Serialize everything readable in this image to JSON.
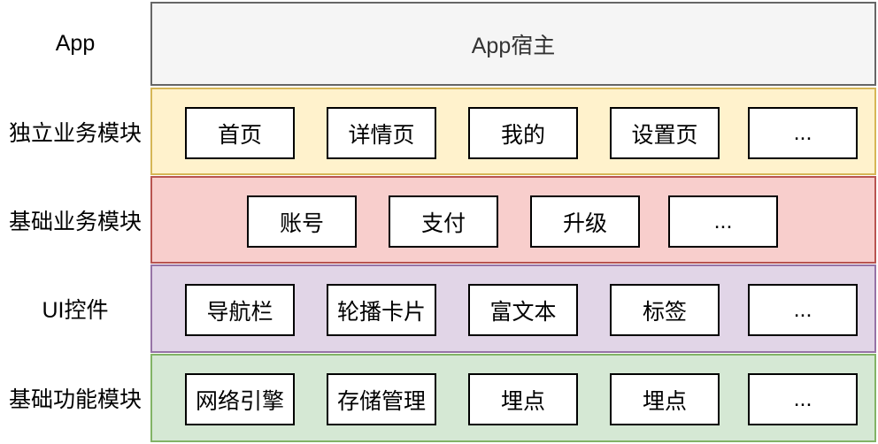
{
  "layers": [
    {
      "label": "App",
      "items": [
        "App宿主"
      ]
    },
    {
      "label": "独立业务模块",
      "items": [
        "首页",
        "详情页",
        "我的",
        "设置页",
        "..."
      ]
    },
    {
      "label": "基础业务模块",
      "items": [
        "账号",
        "支付",
        "升级",
        "..."
      ]
    },
    {
      "label": "UI控件",
      "items": [
        "导航栏",
        "轮播卡片",
        "富文本",
        "标签",
        "..."
      ]
    },
    {
      "label": "基础功能模块",
      "items": [
        "网络引擎",
        "存储管理",
        "埋点",
        "埋点",
        "..."
      ]
    }
  ],
  "colors": {
    "host_fill": "#f5f5f5",
    "host_border": "#666666",
    "yellow_fill": "#fff2cc",
    "yellow_border": "#d6b656",
    "red_fill": "#f8cecc",
    "red_border": "#b85450",
    "purple_fill": "#e1d5e7",
    "purple_border": "#9673a6",
    "green_fill": "#d5e8d4",
    "green_border": "#82b366",
    "module_fill": "#ffffff",
    "module_border": "#000000"
  }
}
